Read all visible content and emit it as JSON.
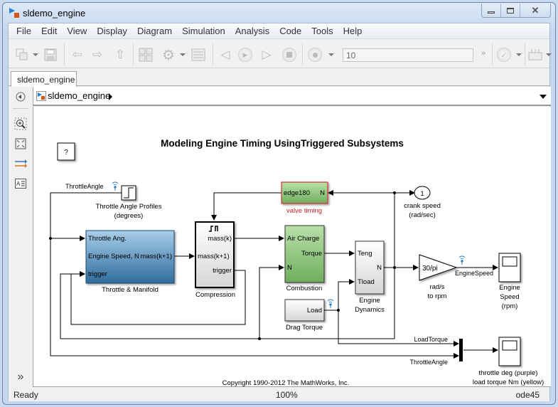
{
  "window": {
    "title": "sldemo_engine",
    "controls": {
      "minimize": "minimize",
      "maximize": "maximize",
      "close": "close"
    }
  },
  "menu": [
    "File",
    "Edit",
    "View",
    "Display",
    "Diagram",
    "Simulation",
    "Analysis",
    "Code",
    "Tools",
    "Help"
  ],
  "toolbar": {
    "stop_time": "10",
    "overflow": "»",
    "icons": [
      "new-model-icon",
      "save-icon",
      "back-icon",
      "forward-icon",
      "up-icon",
      "library-browser-icon",
      "settings-gear-icon",
      "model-explorer-icon",
      "step-back-icon",
      "run-icon",
      "step-forward-icon",
      "stop-icon",
      "record-icon",
      "check-icon",
      "build-icon"
    ]
  },
  "tabs": [
    {
      "label": "sldemo_engine",
      "active": true
    }
  ],
  "address": {
    "path": "sldemo_engine"
  },
  "palette": [
    "back-icon",
    "zoom-icon",
    "fit-view-icon",
    "signal-routing-icon",
    "annotation-icon",
    "expand-icon"
  ],
  "diagram": {
    "title": "Modeling Engine Timing UsingTriggered Subsystems",
    "help_block": "?",
    "copyright": "Copyright 1990-2012 The MathWorks, Inc.",
    "blocks": {
      "throttle_profiles": {
        "label1": "Throttle Angle Profiles",
        "label2": "(degrees)"
      },
      "throttle_manifold": {
        "name": "Throttle & Manifold",
        "port_in1": "Throttle Ang.",
        "port_in2": "Engine Speed, N",
        "port_in3": "trigger",
        "port_out": "mass(k+1)",
        "color": "#5b9bc9"
      },
      "compression": {
        "name": "Compression",
        "port_out1": "mass(k)",
        "port_in": "mass(k+1)",
        "port_out2": "trigger",
        "trigger_symbol": "⨍⨍"
      },
      "valve_timing": {
        "name": "valve timing",
        "port_in": "N",
        "port_out": "edge180",
        "name_color": "#cc2222",
        "color": "#8bc27a"
      },
      "combustion": {
        "name": "Combustion",
        "port_in1": "Air Charge",
        "port_in2": "N",
        "port_out": "Torque",
        "color": "#8bc27a"
      },
      "engine_dynamics": {
        "name1": "Engine",
        "name2": "Dynamics",
        "port_in1": "Teng",
        "port_in2": "Tload",
        "port_out": "N"
      },
      "drag_torque": {
        "name": "Drag Torque",
        "port_out": "Load"
      },
      "outport": {
        "number": "1",
        "label1": "crank speed",
        "label2": "(rad/sec)"
      },
      "gain": {
        "value": "30/pi",
        "label1": "rad/s",
        "label2": "to rpm"
      },
      "engine_speed_scope": {
        "label1": "Engine",
        "label2": "Speed",
        "label3": "(rpm)"
      },
      "mux_scope": {
        "label1": "throttle deg (purple)",
        "label2": "load torque Nm (yellow)"
      }
    },
    "signals": {
      "throttle_angle": "ThrottleAngle",
      "engine_speed": "EngineSpeed",
      "load_torque": "LoadTorque",
      "throttle_angle_2": "ThrottleAngle"
    }
  },
  "status": {
    "state": "Ready",
    "zoom": "100%",
    "solver": "ode45"
  }
}
